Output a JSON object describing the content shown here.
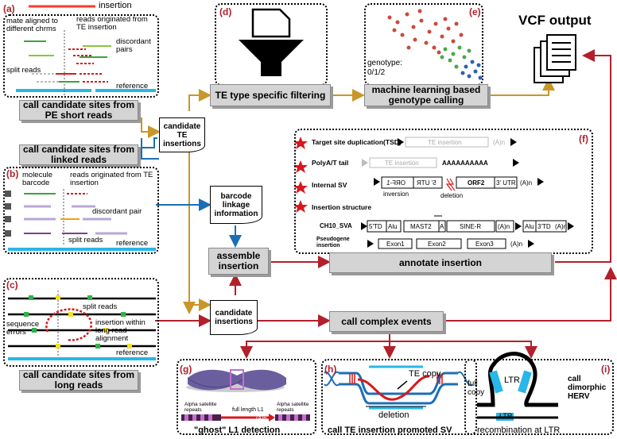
{
  "panel_a": {
    "letter": "(a)",
    "top_label": "insertion",
    "mate_label": "mate aligned to different chrms",
    "reads_label": "reads originated from TE insertion",
    "discordant_label": "discordant pairs",
    "split_label": "split reads",
    "reference_label": "reference",
    "box": "call candidate sites from PE short reads"
  },
  "linked_box": "call candidate sites from linked reads",
  "panel_b": {
    "letter": "(b)",
    "molecule_label": "molecule barcode",
    "reads_label": "reads originated from TE insertion",
    "discordant_label": "discordant pair",
    "split_label": "split reads",
    "reference_label": "reference"
  },
  "panel_c": {
    "letter": "(c)",
    "split_label": "split reads",
    "seq_err_label": "sequence errors",
    "insertion_label": "insertion within long read alignment",
    "reference_label": "reference",
    "box": "call candidate sites from long reads"
  },
  "candidate_doc_1": "candidate TE insertions",
  "barcode_doc": "barcode linkage information",
  "assemble_box": "assemble insertion",
  "candidate_doc_2": "candidate insertions",
  "complex_box": "call complex events",
  "panel_d": {
    "letter": "(d)",
    "box": "TE type specific filtering"
  },
  "panel_e": {
    "letter": "(e)",
    "genotype_label": "genotype: 0/1/2",
    "box": "machine learning based genotype calling"
  },
  "vcf_label": "VCF output",
  "panel_f": {
    "letter": "(f)",
    "tsd_label": "Target site duplication(TSD)",
    "te_insertion": "TE insertion",
    "an": "(A)n",
    "polya_label": "PolyA/T tail",
    "polya_seq": "AAAAAAAAAA",
    "internal_sv": "Internal SV",
    "orf1": "ORF-1",
    "utr5": "5' UTR",
    "orf2": "ORF2",
    "utr3": "3' UTR",
    "inversion": "inversion",
    "deletion": "deletion",
    "structure_label": "Insertion structure",
    "ch10": "CH10_SVA",
    "tsd5": "5'TD",
    "alu": "Alu",
    "mast2": "MAST2",
    "a": "A",
    "sine_r": "SINE-R",
    "tsd3": "3'TD",
    "pseudogene": "Pseudogene insertion",
    "exon1": "Exon1",
    "exon2": "Exon2",
    "exon3": "Exon3",
    "box": "annotate insertion"
  },
  "panel_g": {
    "letter": "(g)",
    "alpha": "Alpha satellite repeats",
    "full_l1": "full length L1",
    "an": "(A)n",
    "caption": "\"ghost\" L1 detection"
  },
  "panel_h": {
    "letter": "(h)",
    "te_copy": "TE copy",
    "deletion": "deletion",
    "caption": "call TE insertion promoted SV"
  },
  "panel_i": {
    "letter": "(i)",
    "ltr": "LTR",
    "full_copy": "full copy",
    "dimorphic": "call dimorphic HERV",
    "caption": "recombination at LTR"
  },
  "colors": {
    "orange": "#c9962a",
    "red": "#b2202b",
    "blue": "#1a6fb5",
    "cyan": "#29b6e8"
  }
}
